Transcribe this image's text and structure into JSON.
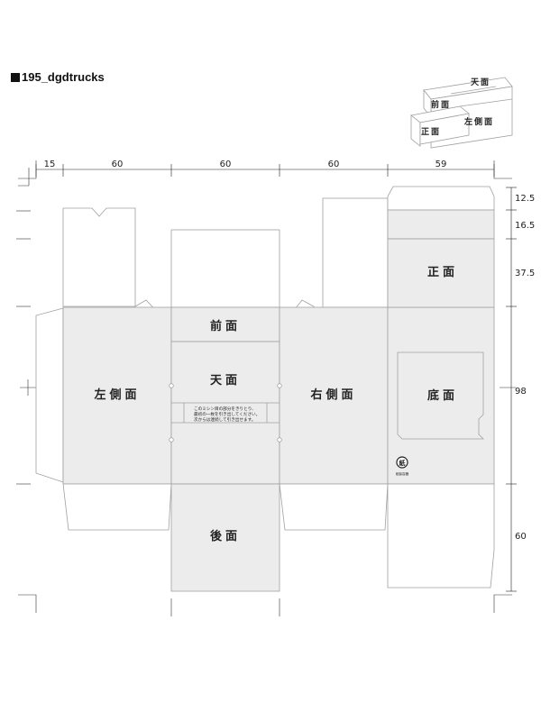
{
  "title": "195_dgdtrucks",
  "panels": {
    "left_side": "左側面",
    "top": "天面",
    "front": "前面",
    "right_side": "右側面",
    "bottom": "底面",
    "front_face": "正面",
    "back": "後面"
  },
  "instruction_lines": [
    "このミシン目の部分をきりとり、",
    "最初の一枚を引き出してください。",
    "次からは連続して引き出せます。"
  ],
  "dimensions": {
    "top": [
      "15",
      "60",
      "60",
      "60",
      "59"
    ],
    "right": [
      "12.5",
      "16.5",
      "37.5",
      "98",
      "60"
    ]
  },
  "iso_labels": {
    "top": "天面",
    "front": "前面",
    "side": "左側面",
    "face": "正面"
  },
  "recycle_mark": {
    "symbol": "紙",
    "caption": "紙製容器"
  },
  "colors": {
    "panel_fill": "#ececec",
    "line": "#a0a0a0"
  }
}
